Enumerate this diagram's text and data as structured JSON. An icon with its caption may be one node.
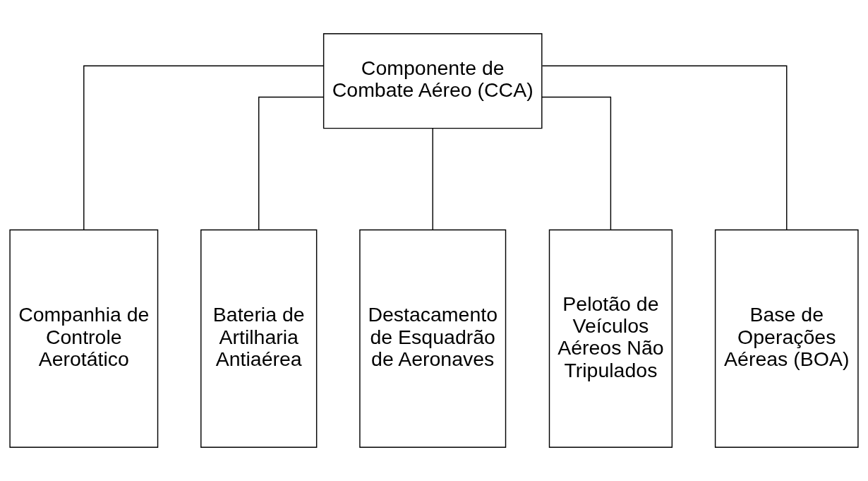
{
  "diagram": {
    "nodes": [
      {
        "text": [
          "Componente de Combate Aéreo (CCA)"
        ]
      },
      {
        "text": [
          "Companhia de Controle Aerotático"
        ]
      },
      {
        "text": [
          "Bateria de Artilharia Antiaérea"
        ]
      },
      {
        "text": [
          "Destacamento de Esquadrão de Aeronaves"
        ]
      },
      {
        "text": [
          "Pelotão de Veículos Aéreos Não Tripulados"
        ]
      },
      {
        "text": [
          "Base de Operações Aéreas (BOA)"
        ]
      }
    ],
    "edges": [
      {
        "from": 0,
        "to": 1,
        "arrow": "none"
      },
      {
        "from": 0,
        "to": 2,
        "arrow": "none"
      },
      {
        "from": 0,
        "to": 3,
        "arrow": "none"
      },
      {
        "from": 0,
        "to": 4,
        "arrow": "none"
      },
      {
        "from": 0,
        "to": 5,
        "arrow": "none"
      }
    ]
  }
}
